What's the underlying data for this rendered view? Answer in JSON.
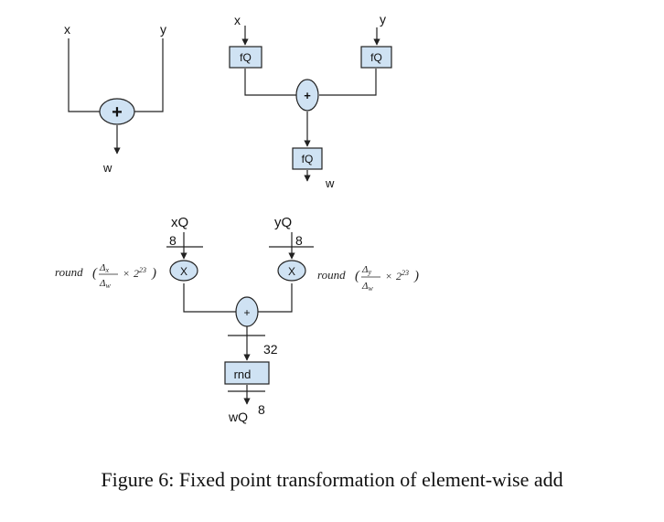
{
  "diagram1": {
    "x": "x",
    "y": "y",
    "op": "+",
    "out": "w"
  },
  "diagram2": {
    "x": "x",
    "y": "y",
    "fq": "fQ",
    "op": "+",
    "out": "w"
  },
  "diagram3": {
    "xq": "xQ",
    "yq": "yQ",
    "bits_in": "8",
    "mul": "X",
    "add": "+",
    "bits_sum": "32",
    "rnd": "rnd",
    "out": "wQ",
    "bits_out": "8",
    "round_fn": "round",
    "delta": "Δ",
    "sub_x": "x",
    "sub_y": "y",
    "sub_w": "w",
    "times": "×",
    "two": "2",
    "exp": "23"
  },
  "caption": "Figure 6: Fixed point transformation of element-wise add"
}
